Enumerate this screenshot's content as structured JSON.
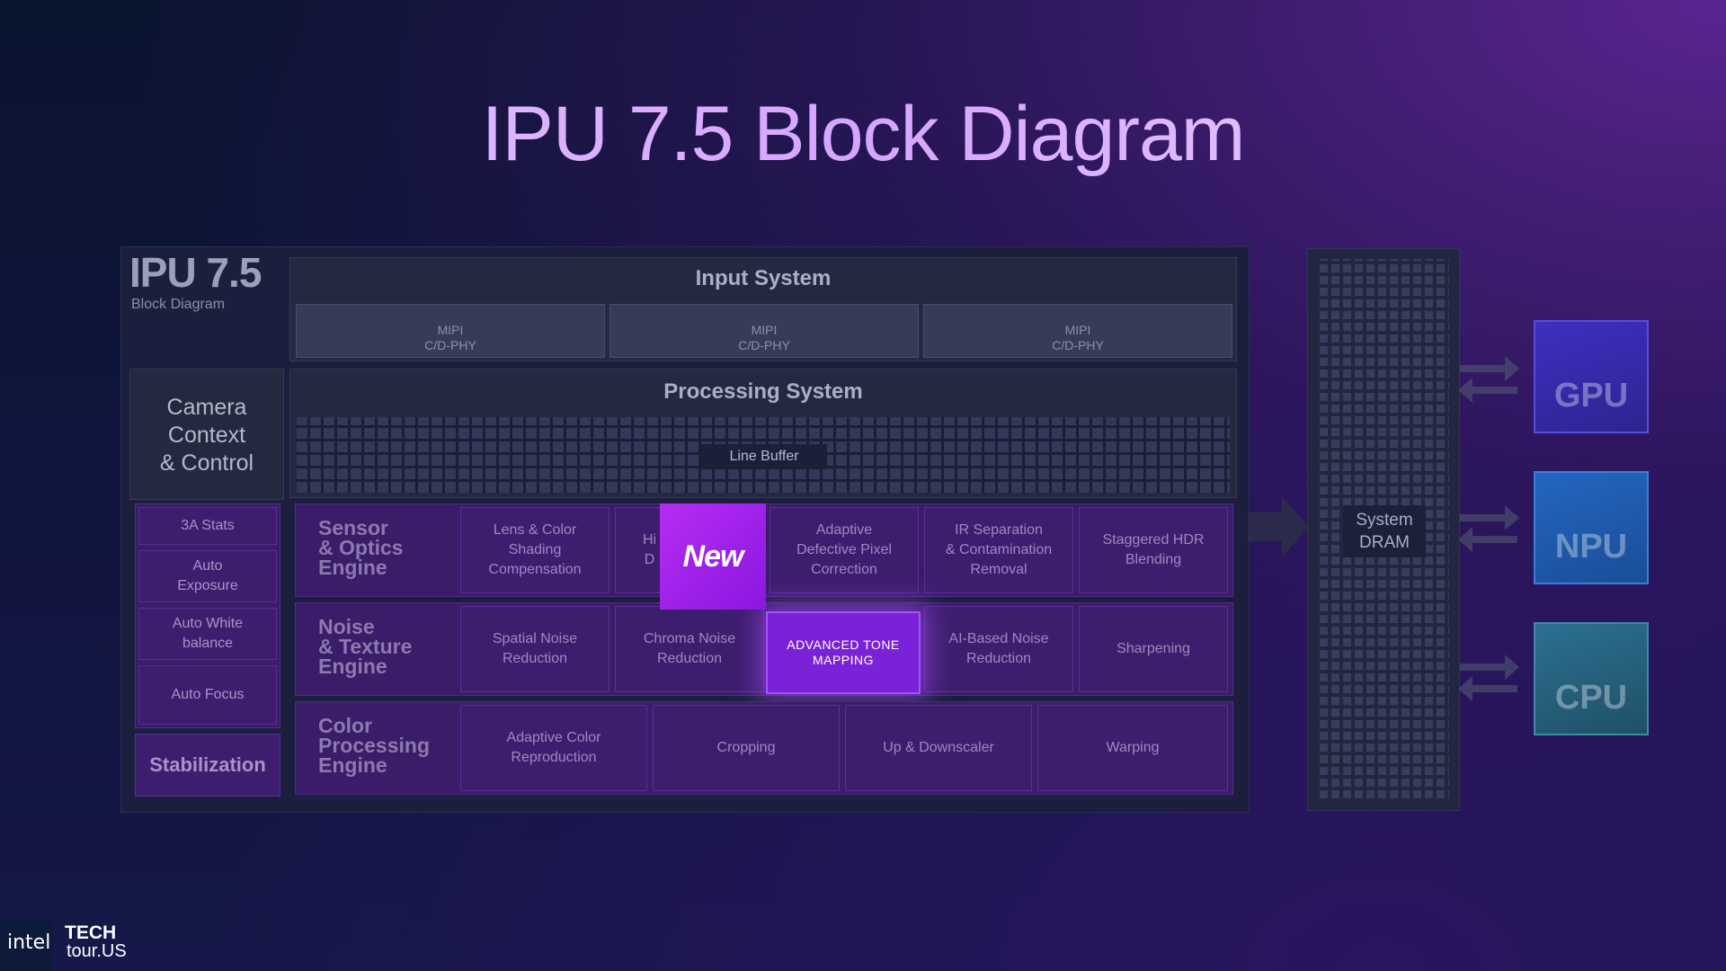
{
  "title": "IPU 7.5 Block Diagram",
  "panel": {
    "name": "IPU 7.5",
    "subtitle": "Block Diagram"
  },
  "input_system": {
    "label": "Input System",
    "mipi": [
      "MIPI\nC/D-PHY",
      "MIPI\nC/D-PHY",
      "MIPI\nC/D-PHY"
    ]
  },
  "processing_system": {
    "label": "Processing System",
    "line_buffer": "Line Buffer"
  },
  "camera_context": "Camera\nContext\n& Control",
  "side_items": [
    "3A Stats",
    "Auto\nExposure",
    "Auto White\nbalance",
    "Auto Focus"
  ],
  "stabilization": "Stabilization",
  "rows": [
    {
      "label": "Sensor\n& Optics\nEngine",
      "cells": [
        "Lens & Color\nShading\nCompensation",
        "Hi\nD",
        "Adaptive\nDefective Pixel\nCorrection",
        "IR Separation\n& Contamination\nRemoval",
        "Staggered HDR\nBlending"
      ]
    },
    {
      "label": "Noise\n& Texture\nEngine",
      "cells": [
        "Spatial Noise\nReduction",
        "Chroma Noise\nReduction",
        "ADVANCED TONE\nMAPPING",
        "AI-Based Noise\nReduction",
        "Sharpening"
      ]
    },
    {
      "label": "Color\nProcessing\nEngine",
      "cells": [
        "Adaptive Color\nReproduction",
        "Cropping",
        "Up & Downscaler",
        "Warping"
      ]
    }
  ],
  "new_badge": "New",
  "dram": "System\nDRAM",
  "processors": [
    {
      "label": "GPU",
      "color": "#3a2cb0"
    },
    {
      "label": "NPU",
      "color": "#1e5eb4"
    },
    {
      "label": "CPU",
      "color": "#2a6a88"
    }
  ],
  "branding": {
    "intel": "intel",
    "tech": "TECH",
    "tour": "tour.US"
  }
}
